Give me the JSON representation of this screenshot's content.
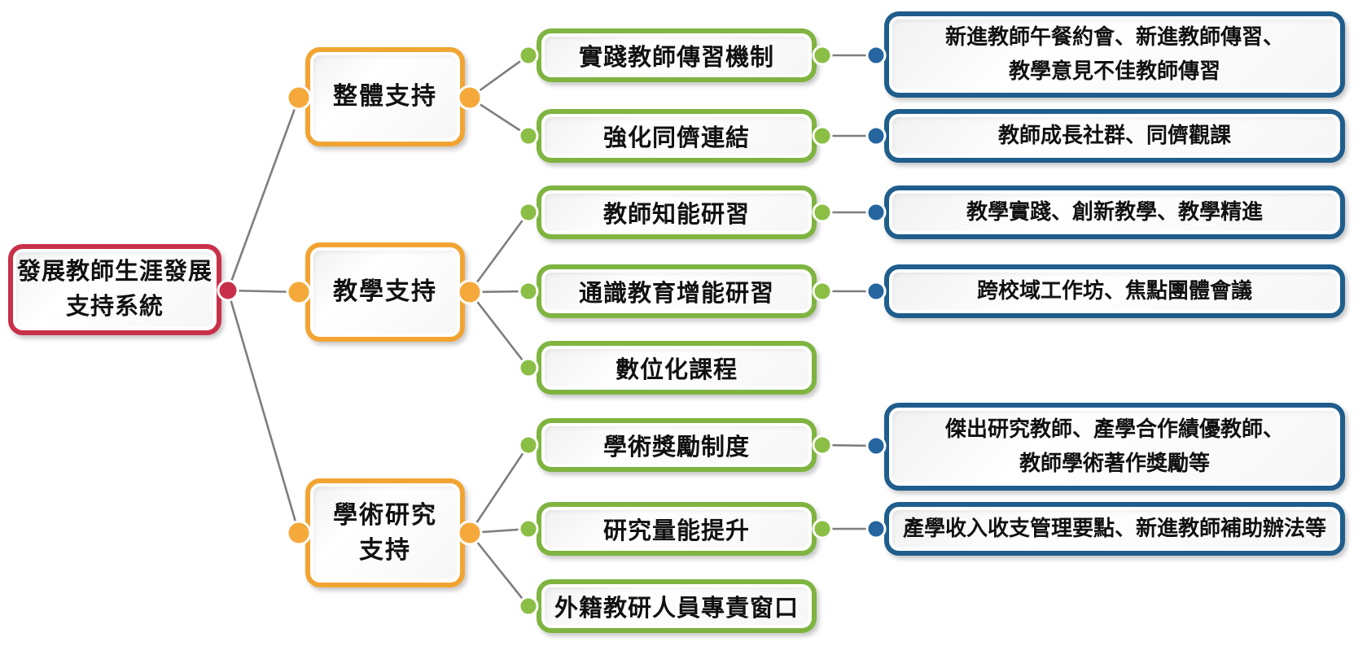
{
  "diagram": {
    "title_node": {
      "lines": [
        "發展教師生涯發展",
        "支持系統"
      ]
    },
    "branches": [
      {
        "label_lines": [
          "整體支持"
        ],
        "children": [
          {
            "label": "實踐教師傳習機制",
            "detail_lines": [
              "新進教師午餐約會、新進教師傳習、",
              "教學意見不佳教師傳習"
            ]
          },
          {
            "label": "強化同儕連結",
            "detail_lines": [
              "教師成長社群、同儕觀課"
            ]
          }
        ]
      },
      {
        "label_lines": [
          "教學支持"
        ],
        "children": [
          {
            "label": "教師知能研習",
            "detail_lines": [
              "教學實踐、創新教學、教學精進"
            ]
          },
          {
            "label": "通識教育增能研習",
            "detail_lines": [
              "跨校域工作坊、焦點團體會議"
            ]
          },
          {
            "label": "數位化課程"
          }
        ]
      },
      {
        "label_lines": [
          "學術研究",
          "支持"
        ],
        "children": [
          {
            "label": "學術獎勵制度",
            "detail_lines": [
              "傑出研究教師、產學合作績優教師、",
              "教師學術著作獎勵等"
            ]
          },
          {
            "label": "研究量能提升",
            "detail_lines": [
              "產學收入收支管理要點、新進教師補助辦法等"
            ]
          },
          {
            "label": "外籍教研人員專責窗口"
          }
        ]
      }
    ],
    "colors": {
      "root_border": "#C8304A",
      "branch_border": "#F2A432",
      "item_border": "#7EB43F",
      "detail_border": "#1F5D8C",
      "connector_line": "#7E7E7E"
    }
  }
}
